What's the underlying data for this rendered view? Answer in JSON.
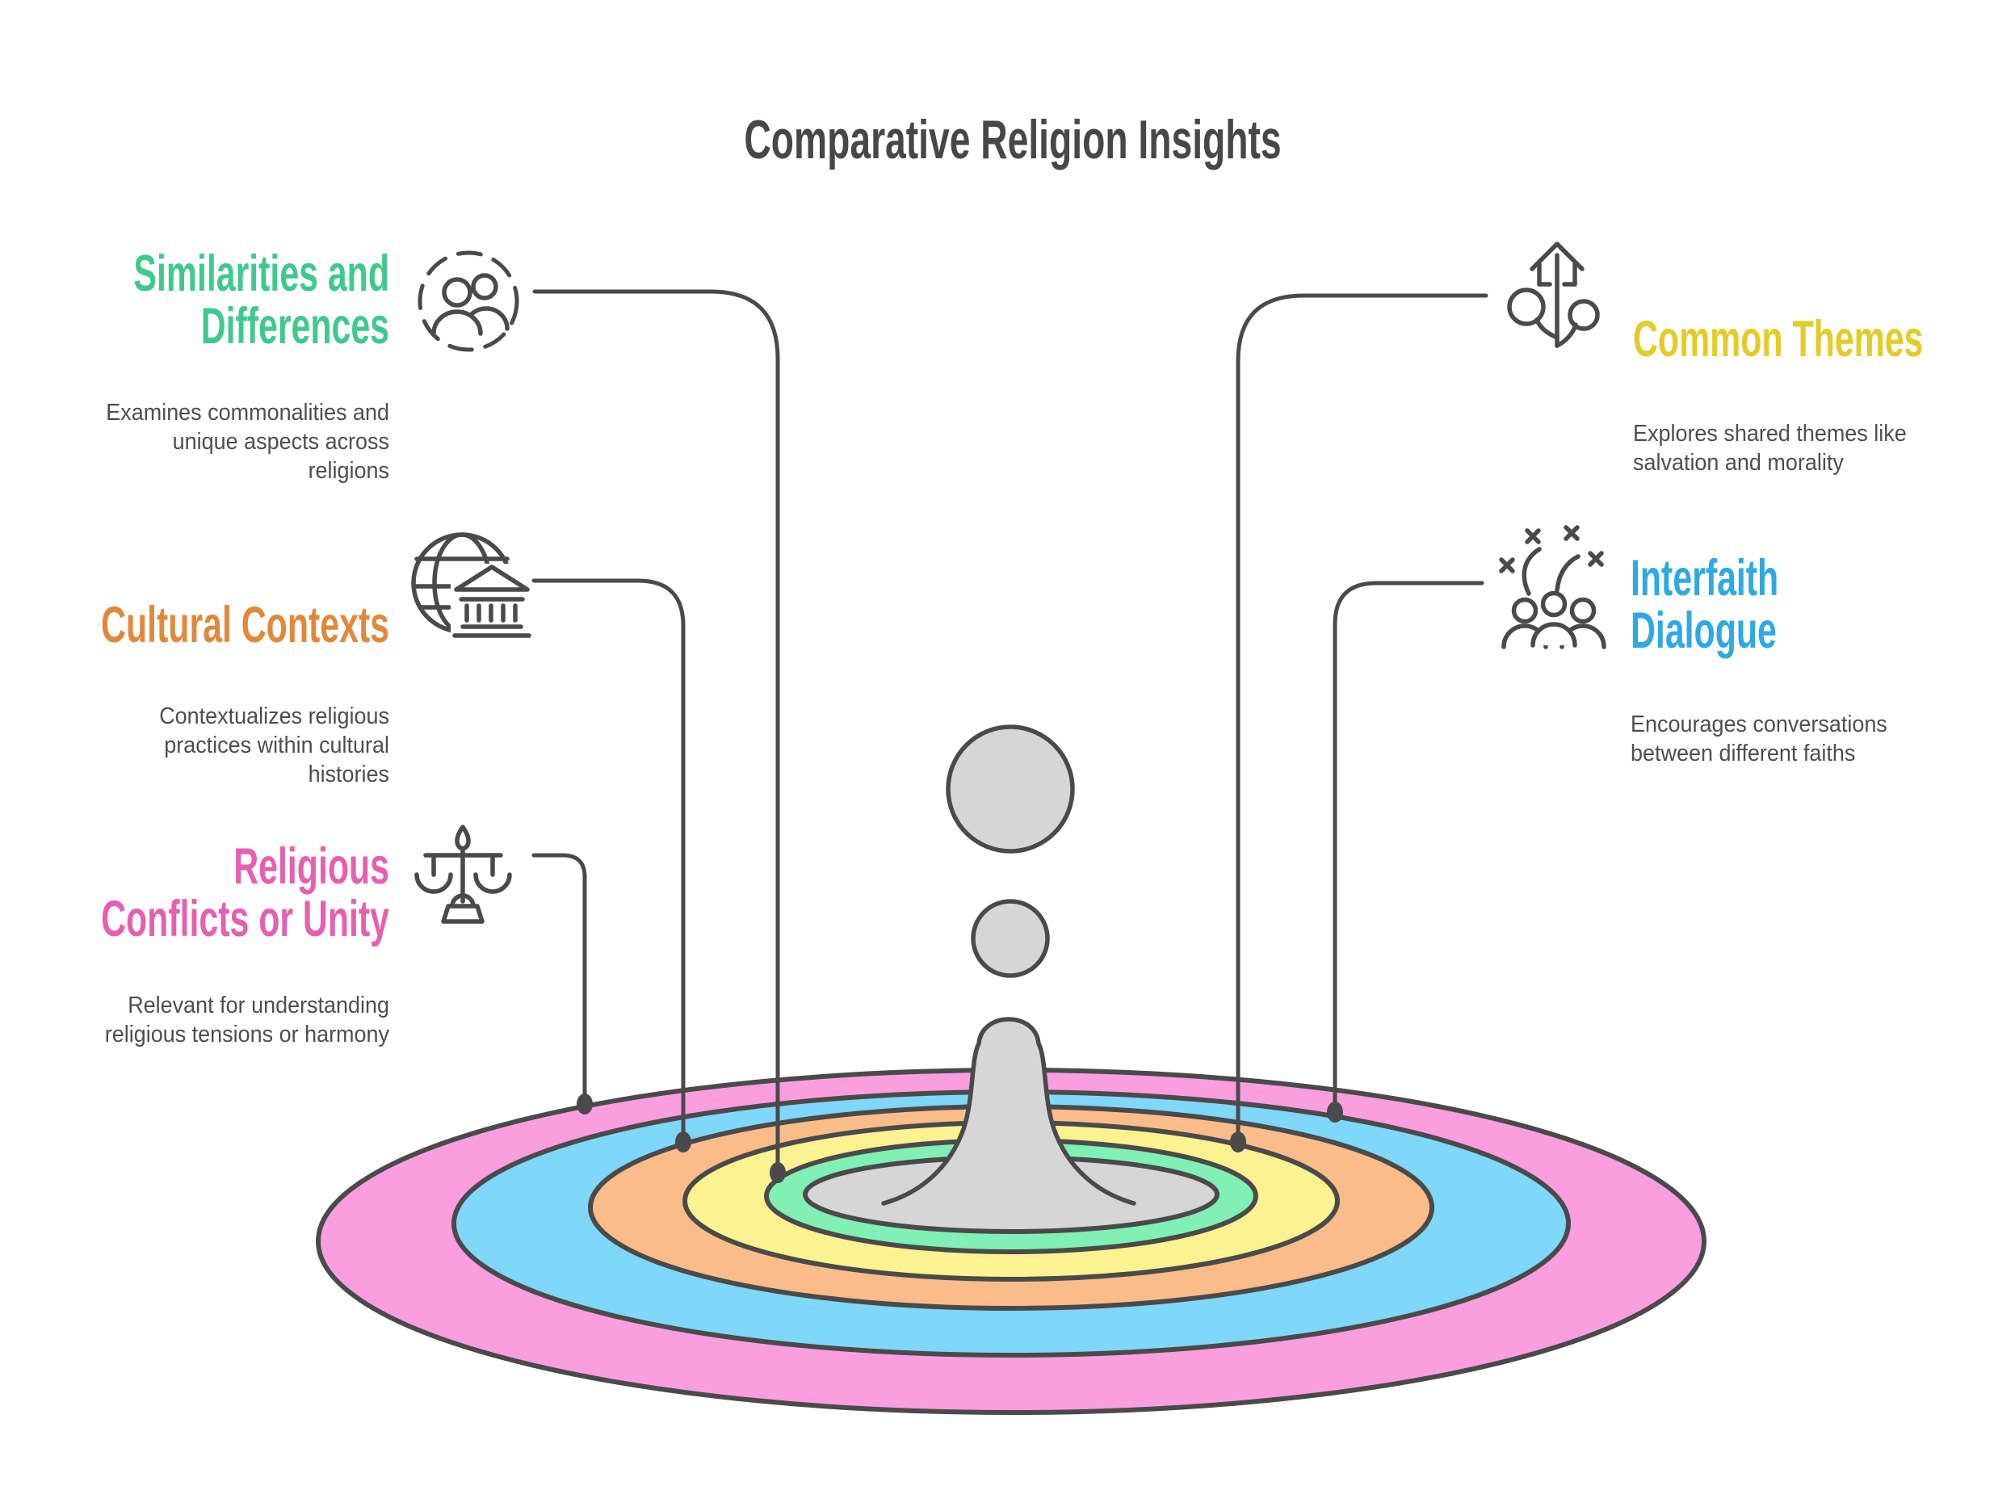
{
  "title": "Comparative Religion Insights",
  "colors": {
    "outline": "#4a4a4a",
    "body_text": "#4e4e4e",
    "title_text": "#474747",
    "splash_gray": "#d6d6d6"
  },
  "rings": {
    "pink": {
      "color": "#fb9edf"
    },
    "blue": {
      "color": "#7fd7f9"
    },
    "orange": {
      "color": "#fabd89"
    },
    "yellow": {
      "color": "#fcf290"
    },
    "green": {
      "color": "#80f0b5"
    },
    "center": {
      "color": "#d6d6d6"
    }
  },
  "sections": {
    "similarities": {
      "heading_line1": "Similarities and",
      "heading_line2": "Differences",
      "heading_color": "#40c98d",
      "desc_line1": "Examines commonalities and",
      "desc_line2": "unique aspects across",
      "desc_line3": "religions",
      "icon": "people-in-dashed-circle-icon",
      "ring": "green"
    },
    "cultural": {
      "heading_line1": "Cultural Contexts",
      "heading_color": "#e0893c",
      "desc_line1": "Contextualizes religious",
      "desc_line2": "practices within cultural",
      "desc_line3": "histories",
      "icon": "globe-temple-icon",
      "ring": "orange"
    },
    "religious": {
      "heading_line1": "Religious",
      "heading_line2": "Conflicts or Unity",
      "heading_color": "#e560b1",
      "desc_line1": "Relevant for understanding",
      "desc_line2": "religious tensions or harmony",
      "icon": "balance-scales-icon",
      "ring": "pink"
    },
    "themes": {
      "heading_line1": "Common Themes",
      "heading_color": "#e3cc27",
      "desc_line1": "Explores shared themes like",
      "desc_line2": "salvation and morality",
      "icon": "arrow-branches-icon",
      "ring": "yellow"
    },
    "interfaith": {
      "heading_line1": "Interfaith",
      "heading_line2": "Dialogue",
      "heading_color": "#2fa9e1",
      "desc_line1": "Encourages conversations",
      "desc_line2": "between different faiths",
      "icon": "people-celebrating-icon",
      "ring": "blue"
    }
  }
}
